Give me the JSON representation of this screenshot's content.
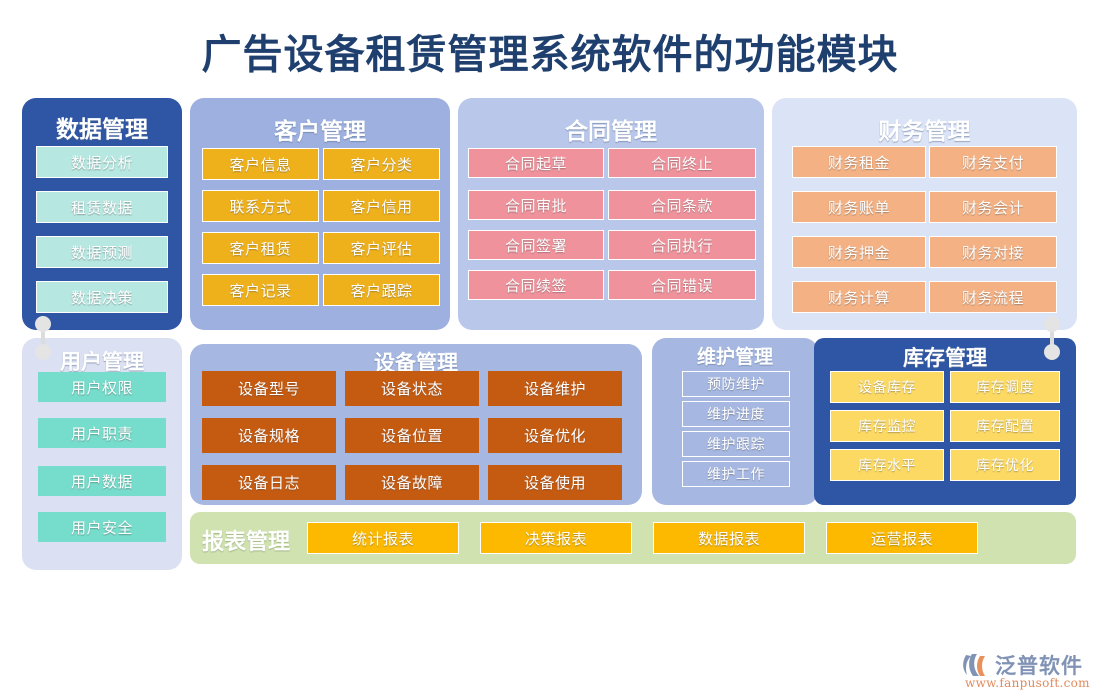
{
  "title": "广告设备租赁管理系统软件的功能模块",
  "colors": {
    "title_text": "#1f3f6e",
    "deep_blue": "#2e56a4",
    "periwinkle": "#a6b8e2",
    "light_periwinkle": "#b9c7ea",
    "pale_lavender": "#dbe3f7",
    "aqua": "#b6e7e1",
    "turquoise": "#76dccb",
    "gold": "#eeb11c",
    "pink": "#f0929c",
    "orange": "#f4b183",
    "dark_orange": "#c55a11",
    "yellow": "#fcd963",
    "amber": "#fcb900",
    "green": "#cfe2b0"
  },
  "panels": {
    "data": {
      "title": "数据管理",
      "items": [
        "数据分析",
        "租赁数据",
        "数据预测",
        "数据决策"
      ]
    },
    "customer": {
      "title": "客户管理",
      "items": [
        "客户信息",
        "客户分类",
        "联系方式",
        "客户信用",
        "客户租赁",
        "客户评估",
        "客户记录",
        "客户跟踪"
      ]
    },
    "contract": {
      "title": "合同管理",
      "items": [
        "合同起草",
        "合同终止",
        "合同审批",
        "合同条款",
        "合同签署",
        "合同执行",
        "合同续签",
        "合同错误"
      ]
    },
    "finance": {
      "title": "财务管理",
      "items": [
        "财务租金",
        "财务支付",
        "财务账单",
        "财务会计",
        "财务押金",
        "财务对接",
        "财务计算",
        "财务流程"
      ]
    },
    "user": {
      "title": "用户管理",
      "items": [
        "用户权限",
        "用户职责",
        "用户数据",
        "用户安全"
      ]
    },
    "device": {
      "title": "设备管理",
      "items": [
        "设备型号",
        "设备状态",
        "设备维护",
        "设备规格",
        "设备位置",
        "设备优化",
        "设备日志",
        "设备故障",
        "设备使用"
      ]
    },
    "maintenance": {
      "title": "维护管理",
      "items": [
        "预防维护",
        "维护进度",
        "维护跟踪",
        "维护工作"
      ]
    },
    "stock": {
      "title": "库存管理",
      "items": [
        "设备库存",
        "库存调度",
        "库存监控",
        "库存配置",
        "库存水平",
        "库存优化"
      ]
    },
    "report": {
      "title": "报表管理",
      "items": [
        "统计报表",
        "决策报表",
        "数据报表",
        "运营报表"
      ]
    }
  },
  "logo": {
    "name": "泛普软件",
    "url": "www.fanpusoft.com"
  }
}
